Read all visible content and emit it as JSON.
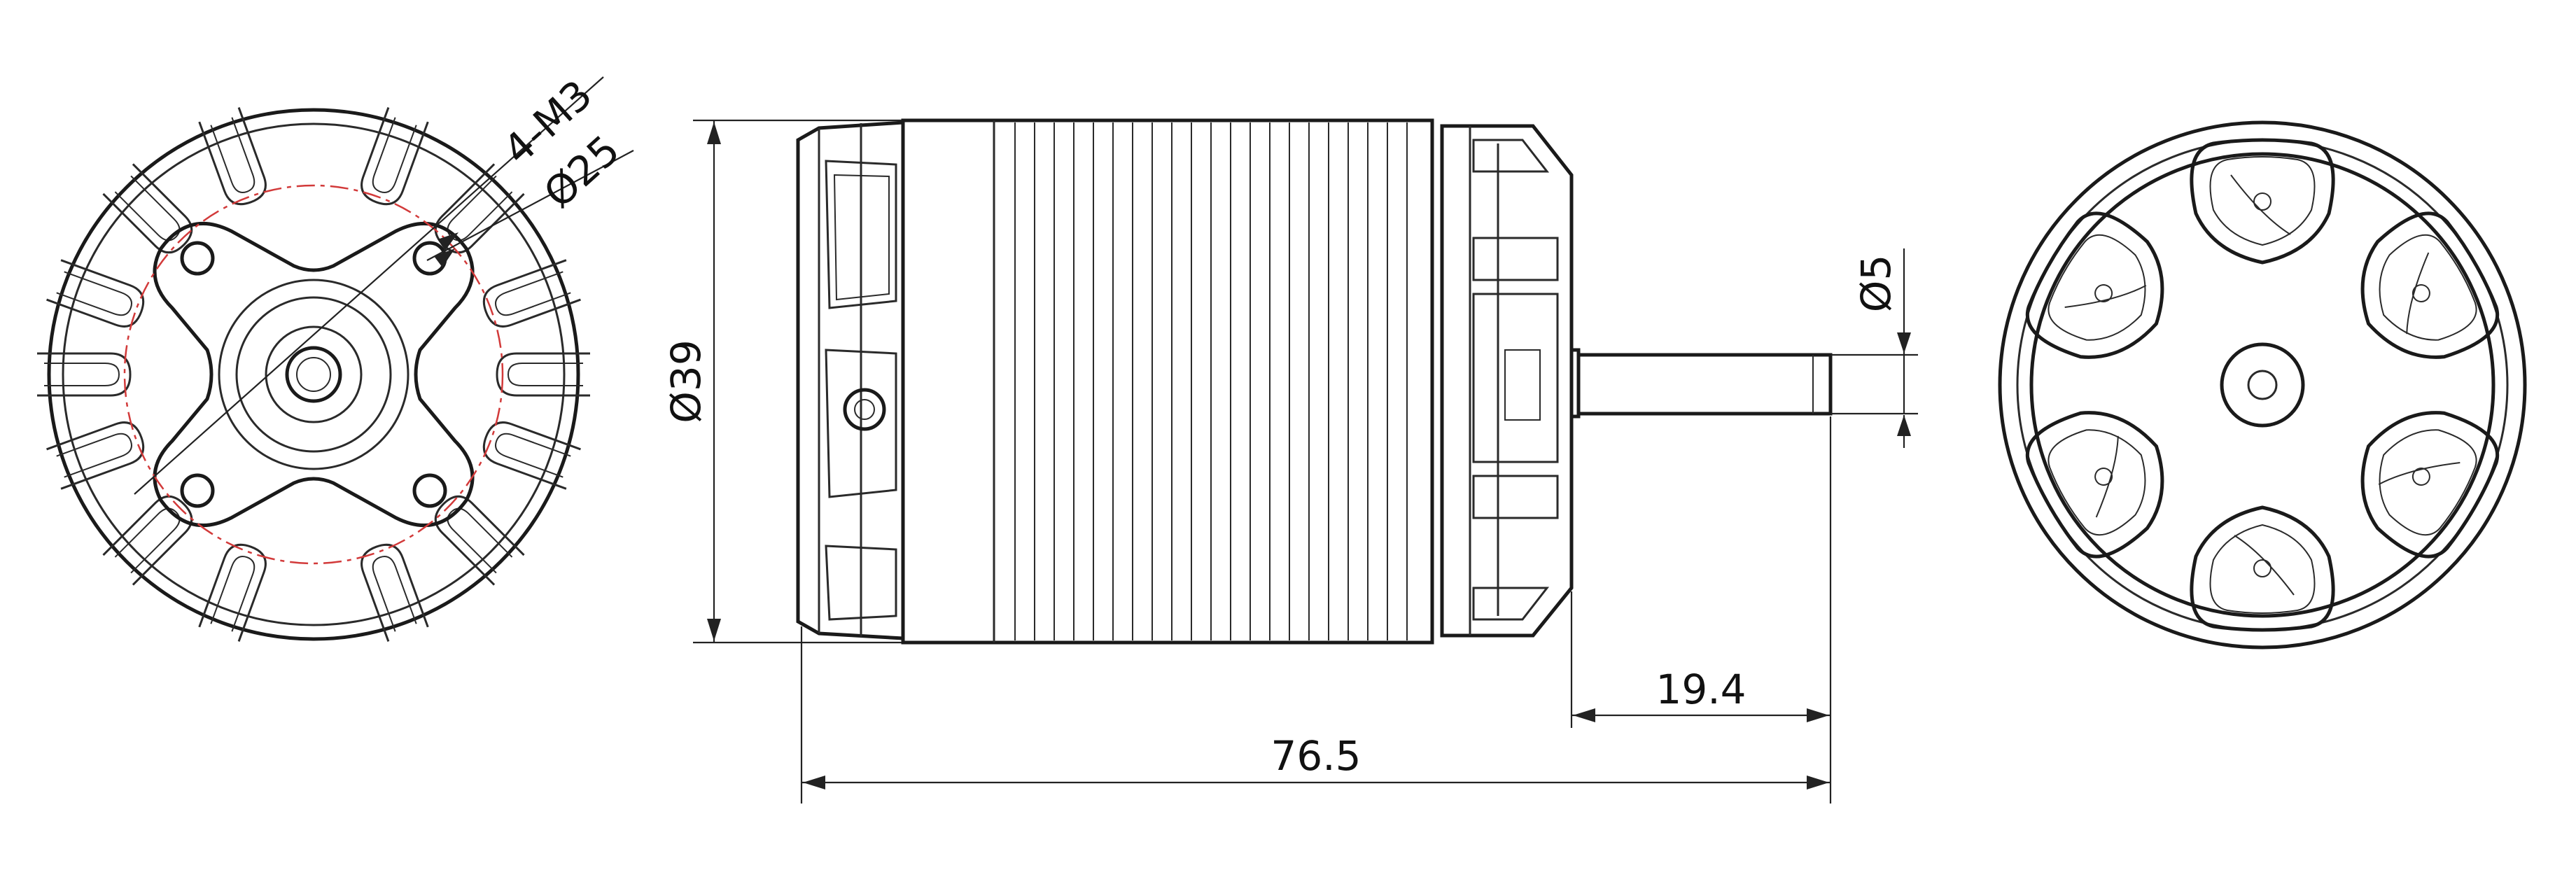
{
  "dimensions": {
    "mount_holes": "4-M3",
    "bolt_circle": "Ø25",
    "body_diameter": "Ø39",
    "shaft_diameter": "Ø5",
    "shaft_length": "19.4",
    "overall_length": "76.5"
  },
  "colors": {
    "line": "#2a2a2a",
    "centerline": "#d23a3a",
    "background": "#ffffff"
  }
}
